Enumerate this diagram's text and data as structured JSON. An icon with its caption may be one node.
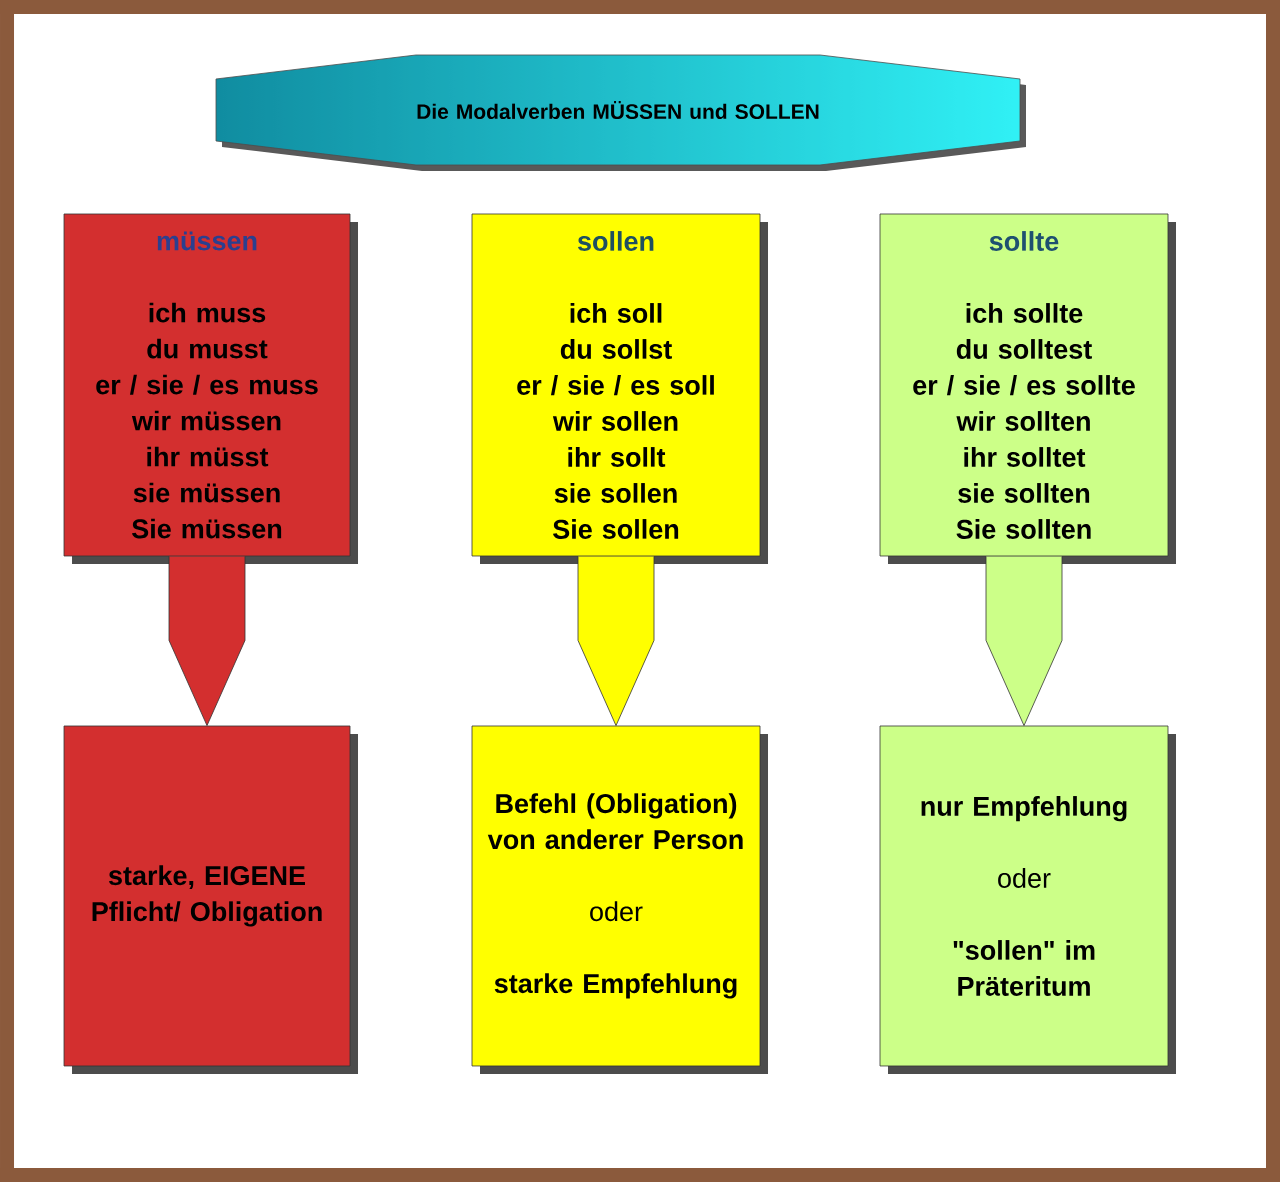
{
  "diagram": {
    "nodes": [
      {
        "text": [
          "Die Modalverben MÜSSEN und SOLLEN"
        ]
      },
      {
        "text": [
          "müssen",
          "ich muss",
          "du musst",
          "er / sie / es muss",
          "wir müssen",
          "ihr müsst",
          "sie müssen",
          "Sie müssen"
        ]
      },
      {
        "text": [
          "sollen",
          "ich soll",
          "du sollst",
          "er / sie / es soll",
          "wir sollen",
          "ihr sollt",
          "sie sollen",
          "Sie sollen"
        ]
      },
      {
        "text": [
          "sollte",
          "ich sollte",
          "du solltest",
          "er / sie / es sollte",
          "wir sollten",
          "ihr solltet",
          "sie sollten",
          "Sie sollten"
        ]
      },
      {
        "text": [
          "starke, EIGENE Pflicht/ Obligation"
        ]
      },
      {
        "text": [
          "Befehl (Obligation) von anderer Person",
          "oder",
          "starke Empfehlung"
        ]
      },
      {
        "text": [
          "nur Empfehlung",
          "oder",
          "\"sollen\" im Präteritum"
        ]
      }
    ],
    "edges": [
      {
        "from": 1,
        "to": 4,
        "arrow": "to",
        "color": "#d32f2f"
      },
      {
        "from": 2,
        "to": 5,
        "arrow": "to",
        "color": "#ffff00"
      },
      {
        "from": 3,
        "to": 6,
        "arrow": "to",
        "color": "#ccff88"
      }
    ]
  }
}
